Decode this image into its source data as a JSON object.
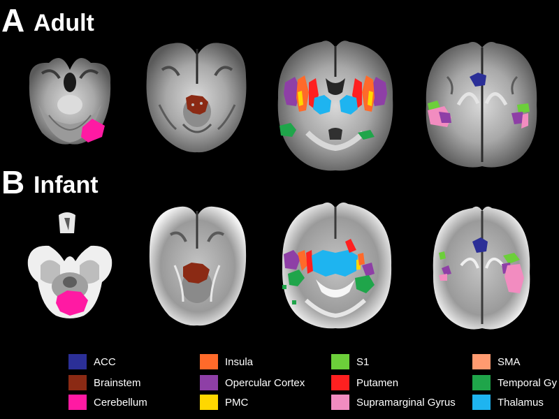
{
  "panels": [
    {
      "letter": "A",
      "title": "Adult"
    },
    {
      "letter": "B",
      "title": "Infant"
    }
  ],
  "colors": {
    "ACC": "#2b2f97",
    "Brainstem": "#8b2a14",
    "Cerebellum": "#ff1aa3",
    "Insula": "#ff6a2a",
    "Opercular Cortex": "#8e3fa6",
    "PMC": "#ffd700",
    "S1": "#6ccf3a",
    "Putamen": "#ff2020",
    "Supramarginal Gyrus": "#f28cc0",
    "SMA": "#ff9a70",
    "Temporal Gyrus": "#1fa54a",
    "Thalamus": "#1eb4f0"
  },
  "legend": [
    {
      "label": "ACC",
      "color": "#2b2f97"
    },
    {
      "label": "Brainstem",
      "color": "#8b2a14"
    },
    {
      "label": "Cerebellum",
      "color": "#ff1aa3"
    },
    {
      "label": "Insula",
      "color": "#ff6a2a"
    },
    {
      "label": "Opercular Cortex",
      "color": "#8e3fa6"
    },
    {
      "label": "PMC",
      "color": "#ffd700"
    },
    {
      "label": "S1",
      "color": "#6ccf3a"
    },
    {
      "label": "Putamen",
      "color": "#ff2020"
    },
    {
      "label": "Supramarginal Gyrus",
      "color": "#f28cc0"
    },
    {
      "label": "SMA",
      "color": "#ff9a70"
    },
    {
      "label": "Temporal Gy",
      "color": "#1fa54a"
    },
    {
      "label": "Thalamus",
      "color": "#1eb4f0"
    }
  ]
}
